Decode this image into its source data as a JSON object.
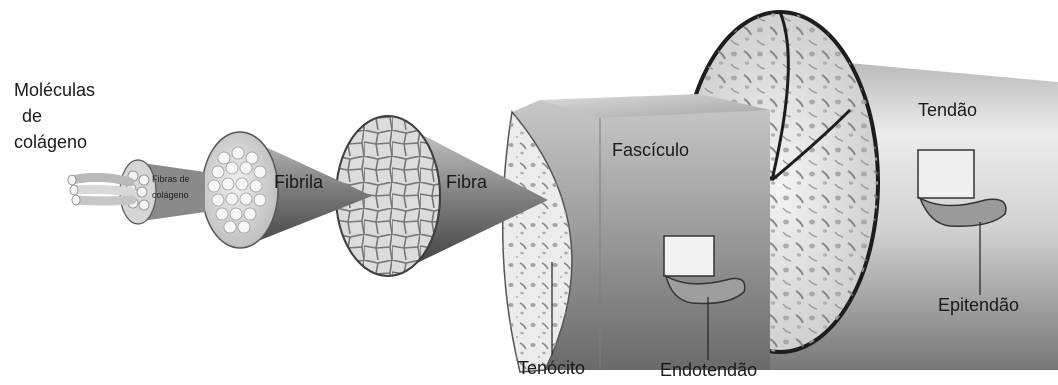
{
  "labels": {
    "collagen_molecules": [
      "Moléculas",
      "de",
      "colágeno"
    ],
    "collagen_fibers": [
      "Fibras de",
      "colágeno"
    ],
    "fibril": "Fibrila",
    "fiber": "Fibra",
    "fascicle": "Fascículo",
    "tendon": "Tendão",
    "tenocyte": "Tenócito",
    "endotendon": "Endotendão",
    "epitendon": "Epitendão"
  },
  "colors": {
    "background": "#ffffff",
    "text": "#1a1a1a",
    "tissue_light": "#e6e6e6",
    "tissue_dark": "#6e6e6e",
    "outline": "#2a2a2a"
  }
}
